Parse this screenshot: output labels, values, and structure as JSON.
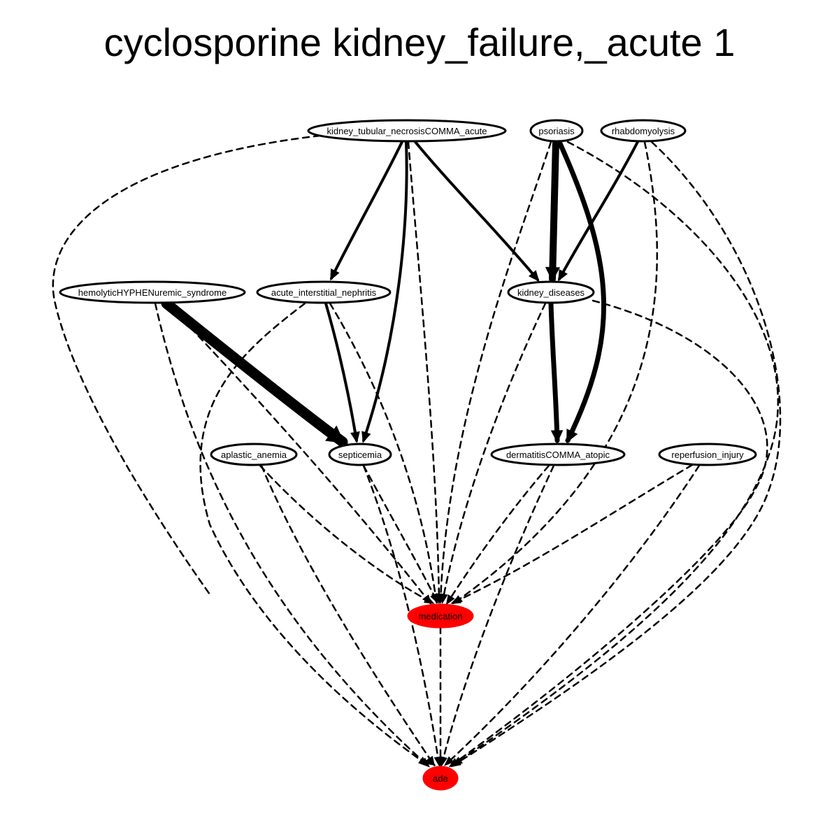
{
  "title": "cyclosporine kidney_failure,_acute 1",
  "colors": {
    "highlight": "#ff0000",
    "edge": "#000000",
    "node_fill": "#ffffff"
  },
  "nodes": [
    {
      "id": "ktn",
      "label": "kidney_tubular_necrosisCOMMA_acute",
      "highlighted": false
    },
    {
      "id": "pso",
      "label": "psoriasis",
      "highlighted": false
    },
    {
      "id": "rha",
      "label": "rhabdomyolysis",
      "highlighted": false
    },
    {
      "id": "hus",
      "label": "hemolyticHYPHENuremic_syndrome",
      "highlighted": false
    },
    {
      "id": "ain",
      "label": "acute_interstitial_nephritis",
      "highlighted": false
    },
    {
      "id": "kd",
      "label": "kidney_diseases",
      "highlighted": false
    },
    {
      "id": "apl",
      "label": "aplastic_anemia",
      "highlighted": false
    },
    {
      "id": "sep",
      "label": "septicemia",
      "highlighted": false
    },
    {
      "id": "der",
      "label": "dermatitisCOMMA_atopic",
      "highlighted": false
    },
    {
      "id": "rep",
      "label": "reperfusion_injury",
      "highlighted": false
    },
    {
      "id": "med",
      "label": "medication",
      "highlighted": true
    },
    {
      "id": "ade",
      "label": "ade",
      "highlighted": true
    }
  ],
  "edges": [
    {
      "from": "ktn",
      "to": "ain",
      "style": "solid",
      "weight": 3
    },
    {
      "from": "ktn",
      "to": "sep",
      "style": "solid",
      "weight": 3
    },
    {
      "from": "ktn",
      "to": "kd",
      "style": "solid",
      "weight": 3
    },
    {
      "from": "ktn",
      "to": "med",
      "style": "dashed",
      "weight": 1
    },
    {
      "from": "ktn",
      "to": "ade",
      "style": "dashed",
      "weight": 1
    },
    {
      "from": "pso",
      "to": "kd",
      "style": "solid",
      "weight": 9
    },
    {
      "from": "pso",
      "to": "der",
      "style": "solid",
      "weight": 6
    },
    {
      "from": "pso",
      "to": "med",
      "style": "dashed",
      "weight": 1
    },
    {
      "from": "pso",
      "to": "ade",
      "style": "dashed",
      "weight": 1
    },
    {
      "from": "rha",
      "to": "kd",
      "style": "solid",
      "weight": 3
    },
    {
      "from": "rha",
      "to": "med",
      "style": "dashed",
      "weight": 1
    },
    {
      "from": "rha",
      "to": "ade",
      "style": "dashed",
      "weight": 1
    },
    {
      "from": "hus",
      "to": "sep",
      "style": "solid",
      "weight": 14
    },
    {
      "from": "hus",
      "to": "med",
      "style": "dashed",
      "weight": 1
    },
    {
      "from": "hus",
      "to": "ade",
      "style": "dashed",
      "weight": 1
    },
    {
      "from": "ain",
      "to": "sep",
      "style": "solid",
      "weight": 3
    },
    {
      "from": "ain",
      "to": "med",
      "style": "dashed",
      "weight": 1
    },
    {
      "from": "ain",
      "to": "ade",
      "style": "dashed",
      "weight": 1
    },
    {
      "from": "kd",
      "to": "der",
      "style": "solid",
      "weight": 6
    },
    {
      "from": "kd",
      "to": "med",
      "style": "dashed",
      "weight": 1
    },
    {
      "from": "kd",
      "to": "ade",
      "style": "dashed",
      "weight": 1
    },
    {
      "from": "apl",
      "to": "med",
      "style": "dashed",
      "weight": 1
    },
    {
      "from": "apl",
      "to": "ade",
      "style": "dashed",
      "weight": 1
    },
    {
      "from": "sep",
      "to": "med",
      "style": "dashed",
      "weight": 1
    },
    {
      "from": "sep",
      "to": "ade",
      "style": "dashed",
      "weight": 1
    },
    {
      "from": "der",
      "to": "med",
      "style": "dashed",
      "weight": 1
    },
    {
      "from": "der",
      "to": "ade",
      "style": "dashed",
      "weight": 1
    },
    {
      "from": "rep",
      "to": "med",
      "style": "dashed",
      "weight": 1
    },
    {
      "from": "rep",
      "to": "ade",
      "style": "dashed",
      "weight": 1
    },
    {
      "from": "med",
      "to": "ade",
      "style": "dashed",
      "weight": 1
    }
  ]
}
